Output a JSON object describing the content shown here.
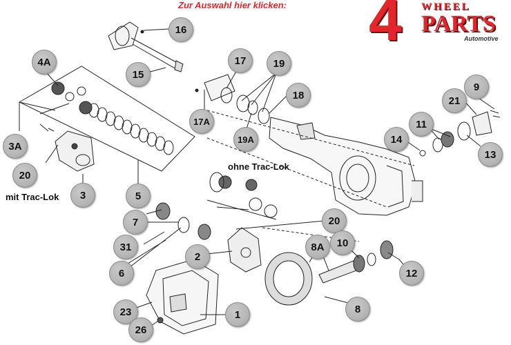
{
  "header": {
    "hint": "Zur Auswahl hier klicken:"
  },
  "brand": {
    "four": "4",
    "wheel": "WHEEL",
    "parts": "PARTS",
    "automotive": "Automotive"
  },
  "notes": {
    "mit": "mit Trac-Lok",
    "ohne": "ohne Trac-Lok"
  },
  "parts": [
    {
      "id": "16"
    },
    {
      "id": "15"
    },
    {
      "id": "4A"
    },
    {
      "id": "3A"
    },
    {
      "id": "20a",
      "label": "20"
    },
    {
      "id": "3"
    },
    {
      "id": "5"
    },
    {
      "id": "17"
    },
    {
      "id": "19"
    },
    {
      "id": "18"
    },
    {
      "id": "17A"
    },
    {
      "id": "19A"
    },
    {
      "id": "9"
    },
    {
      "id": "21"
    },
    {
      "id": "11"
    },
    {
      "id": "14"
    },
    {
      "id": "13"
    },
    {
      "id": "7"
    },
    {
      "id": "20b",
      "label": "20"
    },
    {
      "id": "31"
    },
    {
      "id": "2"
    },
    {
      "id": "8A"
    },
    {
      "id": "10"
    },
    {
      "id": "6"
    },
    {
      "id": "12"
    },
    {
      "id": "23"
    },
    {
      "id": "1"
    },
    {
      "id": "26"
    },
    {
      "id": "8"
    }
  ],
  "badges": {
    "b16": "16",
    "b15": "15",
    "b4A": "4A",
    "b3A": "3A",
    "b20a": "20",
    "b3": "3",
    "b5": "5",
    "b17": "17",
    "b19": "19",
    "b18": "18",
    "b17A": "17A",
    "b19A": "19A",
    "b9": "9",
    "b21": "21",
    "b11": "11",
    "b14": "14",
    "b13": "13",
    "b7": "7",
    "b20b": "20",
    "b31": "31",
    "b2": "2",
    "b8A": "8A",
    "b10": "10",
    "b6": "6",
    "b12": "12",
    "b23": "23",
    "b1": "1",
    "b26": "26",
    "b8": "8"
  }
}
